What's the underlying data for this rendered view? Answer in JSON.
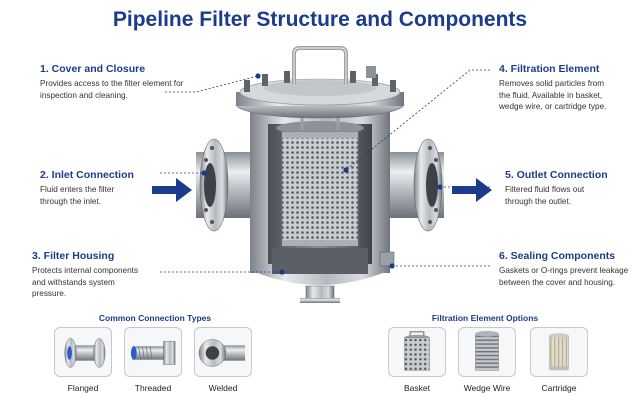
{
  "title": "Pipeline Filter Structure and Components",
  "callouts": [
    {
      "heading": "1. Cover and Closure",
      "description": "Provides access to the filter element for inspection and cleaning."
    },
    {
      "heading": "2. Inlet Connection",
      "description": "Fluid enters the filter through the inlet."
    },
    {
      "heading": "3. Filter Housing",
      "description": "Protects internal components and withstands system pressure."
    },
    {
      "heading": "4. Filtration Element",
      "description": "Removes solid particles from the fluid. Available in basket, wedge wire, or cartridge type."
    },
    {
      "heading": "5. Outlet Connection",
      "description": "Filtered fluid flows out through the outlet."
    },
    {
      "heading": "6. Sealing Components",
      "description": "Gaskets or O-rings prevent leakage between the cover and housing."
    }
  ],
  "connection_types": {
    "title": "Common Connection Types",
    "items": [
      "Flanged",
      "Threaded",
      "Welded"
    ]
  },
  "element_options": {
    "title": "Filtration Element Options",
    "items": [
      "Basket",
      "Wedge Wire",
      "Cartridge"
    ]
  },
  "colors": {
    "accent": "#1b3c8c",
    "steel": "#b9bec4"
  }
}
